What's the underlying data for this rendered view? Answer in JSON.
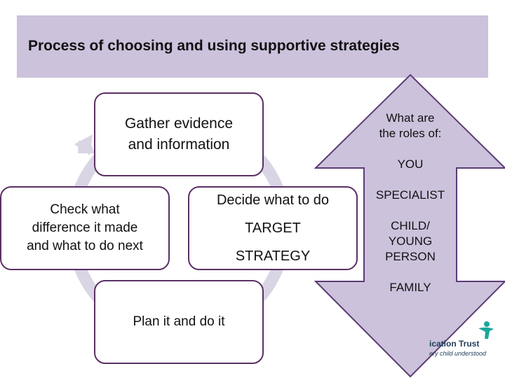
{
  "title": "Process of choosing and using supportive strategies",
  "cycle": {
    "nodes": [
      {
        "lines": [
          "Gather evidence",
          "and information"
        ]
      },
      {
        "lines": [
          "Decide what to do",
          "TARGET",
          "STRATEGY"
        ]
      },
      {
        "lines": [
          "Plan it and  do it"
        ]
      },
      {
        "lines": [
          "Check what",
          "difference it made",
          "and what to do next"
        ]
      }
    ]
  },
  "roles_arrow": {
    "heading": [
      "What are",
      "the roles of:"
    ],
    "roles": [
      [
        "YOU"
      ],
      [
        "SPECIALIST"
      ],
      [
        "CHILD/",
        "YOUNG",
        "PERSON"
      ],
      [
        "FAMILY"
      ]
    ]
  },
  "logo": {
    "name": "ication Trust",
    "tagline": "ery child understood"
  },
  "colors": {
    "header_bg": "#ccc2dc",
    "node_border": "#5c2f66",
    "ring": "#d9d5e5",
    "arrow_fill": "#ccc2dc",
    "arrow_stroke": "#5c3b74",
    "logo_teal": "#1aa79a",
    "logo_navy": "#1f3d59"
  }
}
